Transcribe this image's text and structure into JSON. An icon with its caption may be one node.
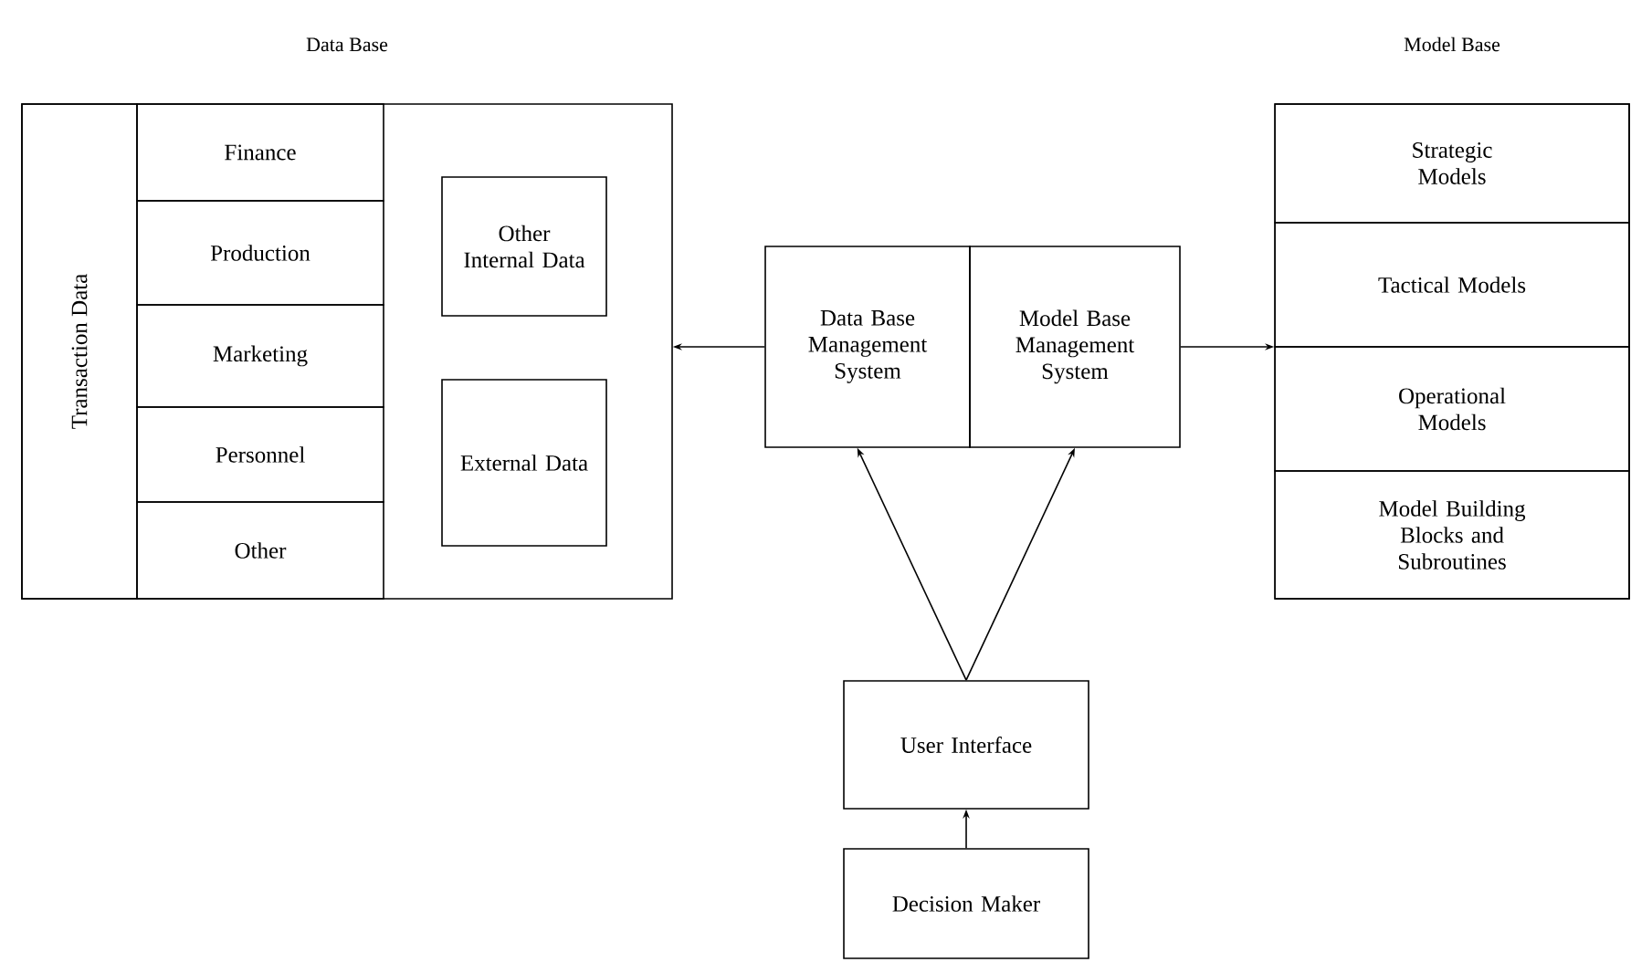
{
  "diagram": {
    "nodes": [
      {
        "text": [
          "Data Base"
        ]
      },
      {
        "text": [
          "Transaction Data"
        ],
        "in": 0
      },
      {
        "text": [
          "Finance"
        ],
        "in": 0
      },
      {
        "text": [
          "Production"
        ],
        "in": 0
      },
      {
        "text": [
          "Marketing"
        ],
        "in": 0
      },
      {
        "text": [
          "Personnel"
        ],
        "in": 0
      },
      {
        "text": [
          "Other"
        ],
        "in": 0
      },
      {
        "text": [
          "Other Internal Data"
        ],
        "in": 0
      },
      {
        "text": [
          "External Data"
        ],
        "in": 0
      },
      {
        "text": [
          "Data Base Management System"
        ]
      },
      {
        "text": [
          "Model Base Management System"
        ]
      },
      {
        "text": [
          "Model Base"
        ]
      },
      {
        "text": [
          "Strategic Models"
        ],
        "in": 11
      },
      {
        "text": [
          "Tactical Models"
        ],
        "in": 11
      },
      {
        "text": [
          "Operational Models"
        ],
        "in": 11
      },
      {
        "text": [
          "Model Building Blocks and Subroutines"
        ],
        "in": 11
      },
      {
        "text": [
          "User Interface"
        ]
      },
      {
        "text": [
          "Decision Maker"
        ]
      }
    ],
    "edges": [
      {
        "from": 9,
        "to": 0,
        "arrow": "to"
      },
      {
        "from": 10,
        "to": 11,
        "arrow": "to"
      },
      {
        "from": 16,
        "to": 9,
        "arrow": "to"
      },
      {
        "from": 16,
        "to": 10,
        "arrow": "to"
      },
      {
        "from": 17,
        "to": 16,
        "arrow": "to"
      }
    ]
  }
}
